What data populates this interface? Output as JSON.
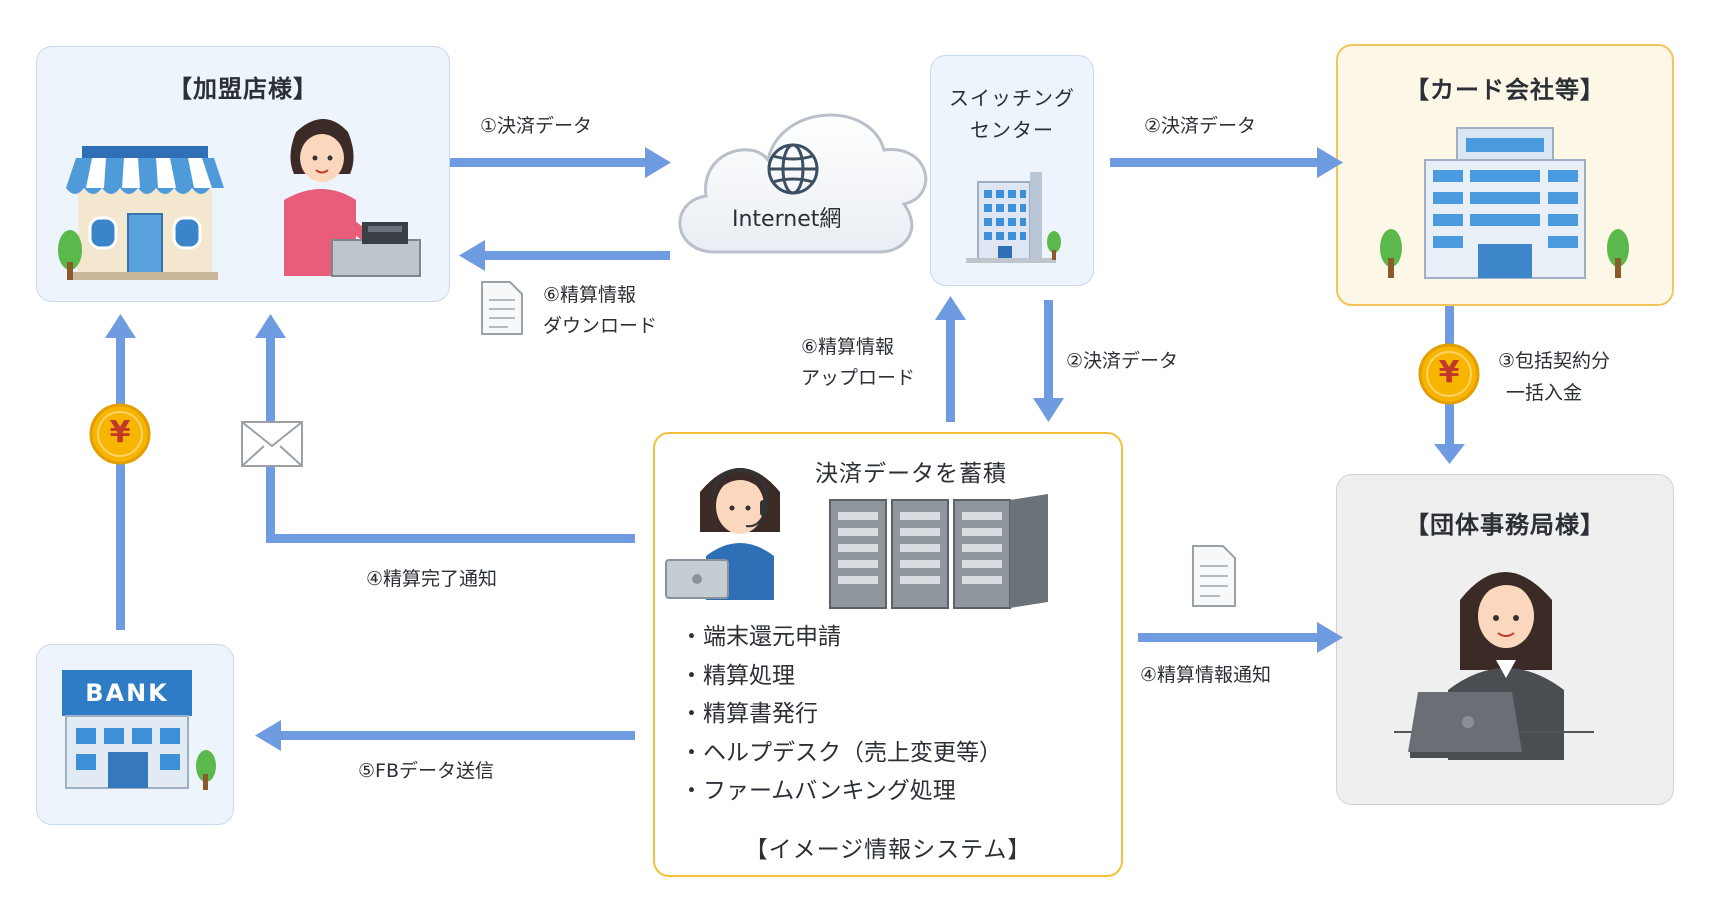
{
  "nodes": {
    "merchant": "【加盟店様】",
    "internet": "Internet網",
    "switching_1": "スイッチング",
    "switching_2": "センター",
    "card_company": "【カード会社等】",
    "association": "【団体事務局様】",
    "bank": "BANK",
    "system_heading": "決済データを蓄積",
    "system_name": "【イメージ情報システム】"
  },
  "system_tasks": [
    "・端末還元申請",
    "・精算処理",
    "・精算書発行",
    "・ヘルプデスク（売上変更等）",
    "・ファームバンキング処理"
  ],
  "flows": {
    "f1": "①決済データ",
    "f2_top": "②決済データ",
    "f2_down": "②決済データ",
    "f3_1": "③包括契約分",
    "f3_2": "一括入金",
    "f4_notify": "④精算完了通知",
    "f4_info": "④精算情報通知",
    "f5": "⑤FBデータ送信",
    "f6_dl_1": "⑥精算情報",
    "f6_dl_2": "ダウンロード",
    "f6_ul_1": "⑥精算情報",
    "f6_ul_2": "アップロード"
  },
  "symbols": {
    "yen": "¥"
  },
  "colors": {
    "arrow": "#6f9be0",
    "coin": "#f7b500",
    "coin_text": "#c0392b",
    "accent_border": "#f3c13a"
  }
}
